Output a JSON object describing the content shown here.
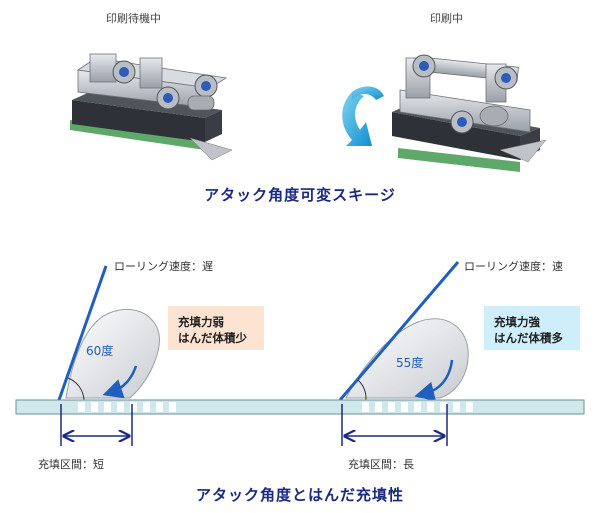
{
  "top": {
    "left_label": "印刷待機中",
    "right_label": "印刷中",
    "title": "アタック角度可変スキージ"
  },
  "bottom": {
    "left": {
      "speed_label": "ローリング速度：遅",
      "angle_label": "60度",
      "box_line1": "充填力弱",
      "box_line2": "はんだ体積少",
      "fill_label": "充填区間：短"
    },
    "right": {
      "speed_label": "ローリング速度：速",
      "angle_label": "55度",
      "box_line1": "充填力強",
      "box_line2": "はんだ体積多",
      "fill_label": "充填区間：長"
    },
    "title": "アタック角度とはんだ充填性"
  },
  "colors": {
    "title": "#1a2a80",
    "squeegee": "#1f5fbf",
    "rotation_arrow": "#1aa0dc",
    "box_weak": "#fde3d2",
    "box_strong": "#cdeefa",
    "board": "#cfe8ec"
  }
}
